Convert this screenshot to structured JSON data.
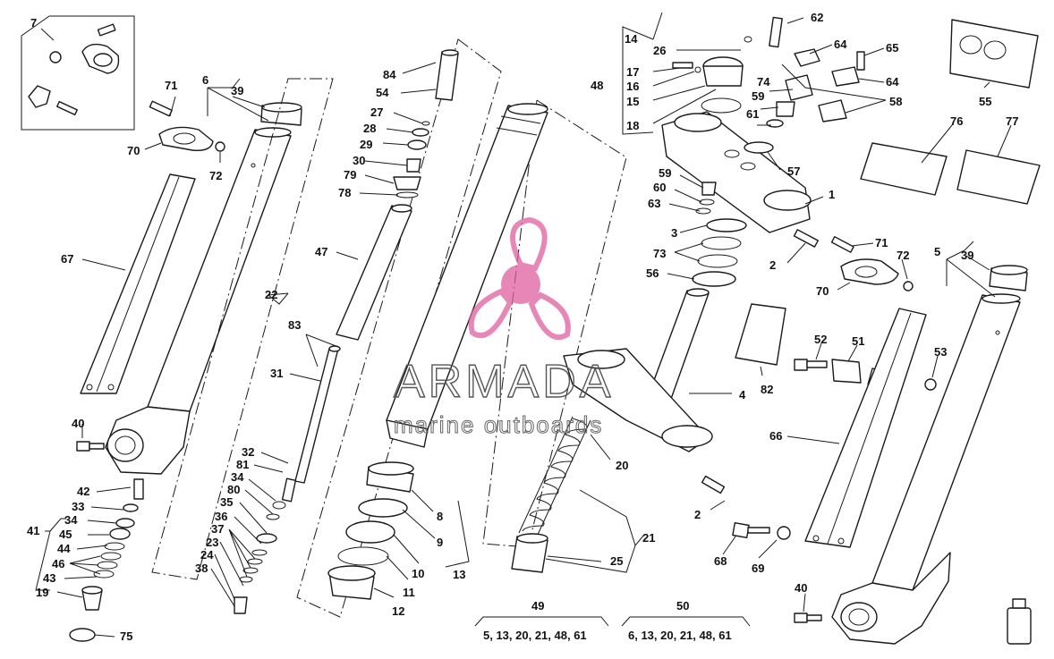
{
  "watermark": {
    "brand": "ARMADA",
    "tagline": "marine outboards",
    "logo_color": "#e05fa0"
  },
  "callouts": [
    "1",
    "2",
    "3",
    "4",
    "5",
    "6",
    "7",
    "8",
    "9",
    "10",
    "11",
    "12",
    "13",
    "14",
    "15",
    "16",
    "17",
    "18",
    "19",
    "20",
    "21",
    "22",
    "23",
    "24",
    "25",
    "26",
    "27",
    "28",
    "29",
    "30",
    "31",
    "32",
    "33",
    "34",
    "35",
    "36",
    "37",
    "38",
    "39",
    "40",
    "41",
    "42",
    "43",
    "44",
    "45",
    "46",
    "47",
    "48",
    "49",
    "50",
    "51",
    "52",
    "53",
    "54",
    "55",
    "56",
    "57",
    "58",
    "59",
    "60",
    "61",
    "62",
    "63",
    "64",
    "65",
    "66",
    "67",
    "68",
    "69",
    "70",
    "71",
    "72",
    "73",
    "74",
    "75",
    "76",
    "77",
    "78",
    "79",
    "80",
    "81",
    "82",
    "83",
    "84"
  ],
  "kits": {
    "kit_49": "5, 13, 20, 21, 48, 61",
    "kit_50": "6, 13, 20, 21, 48, 61"
  }
}
